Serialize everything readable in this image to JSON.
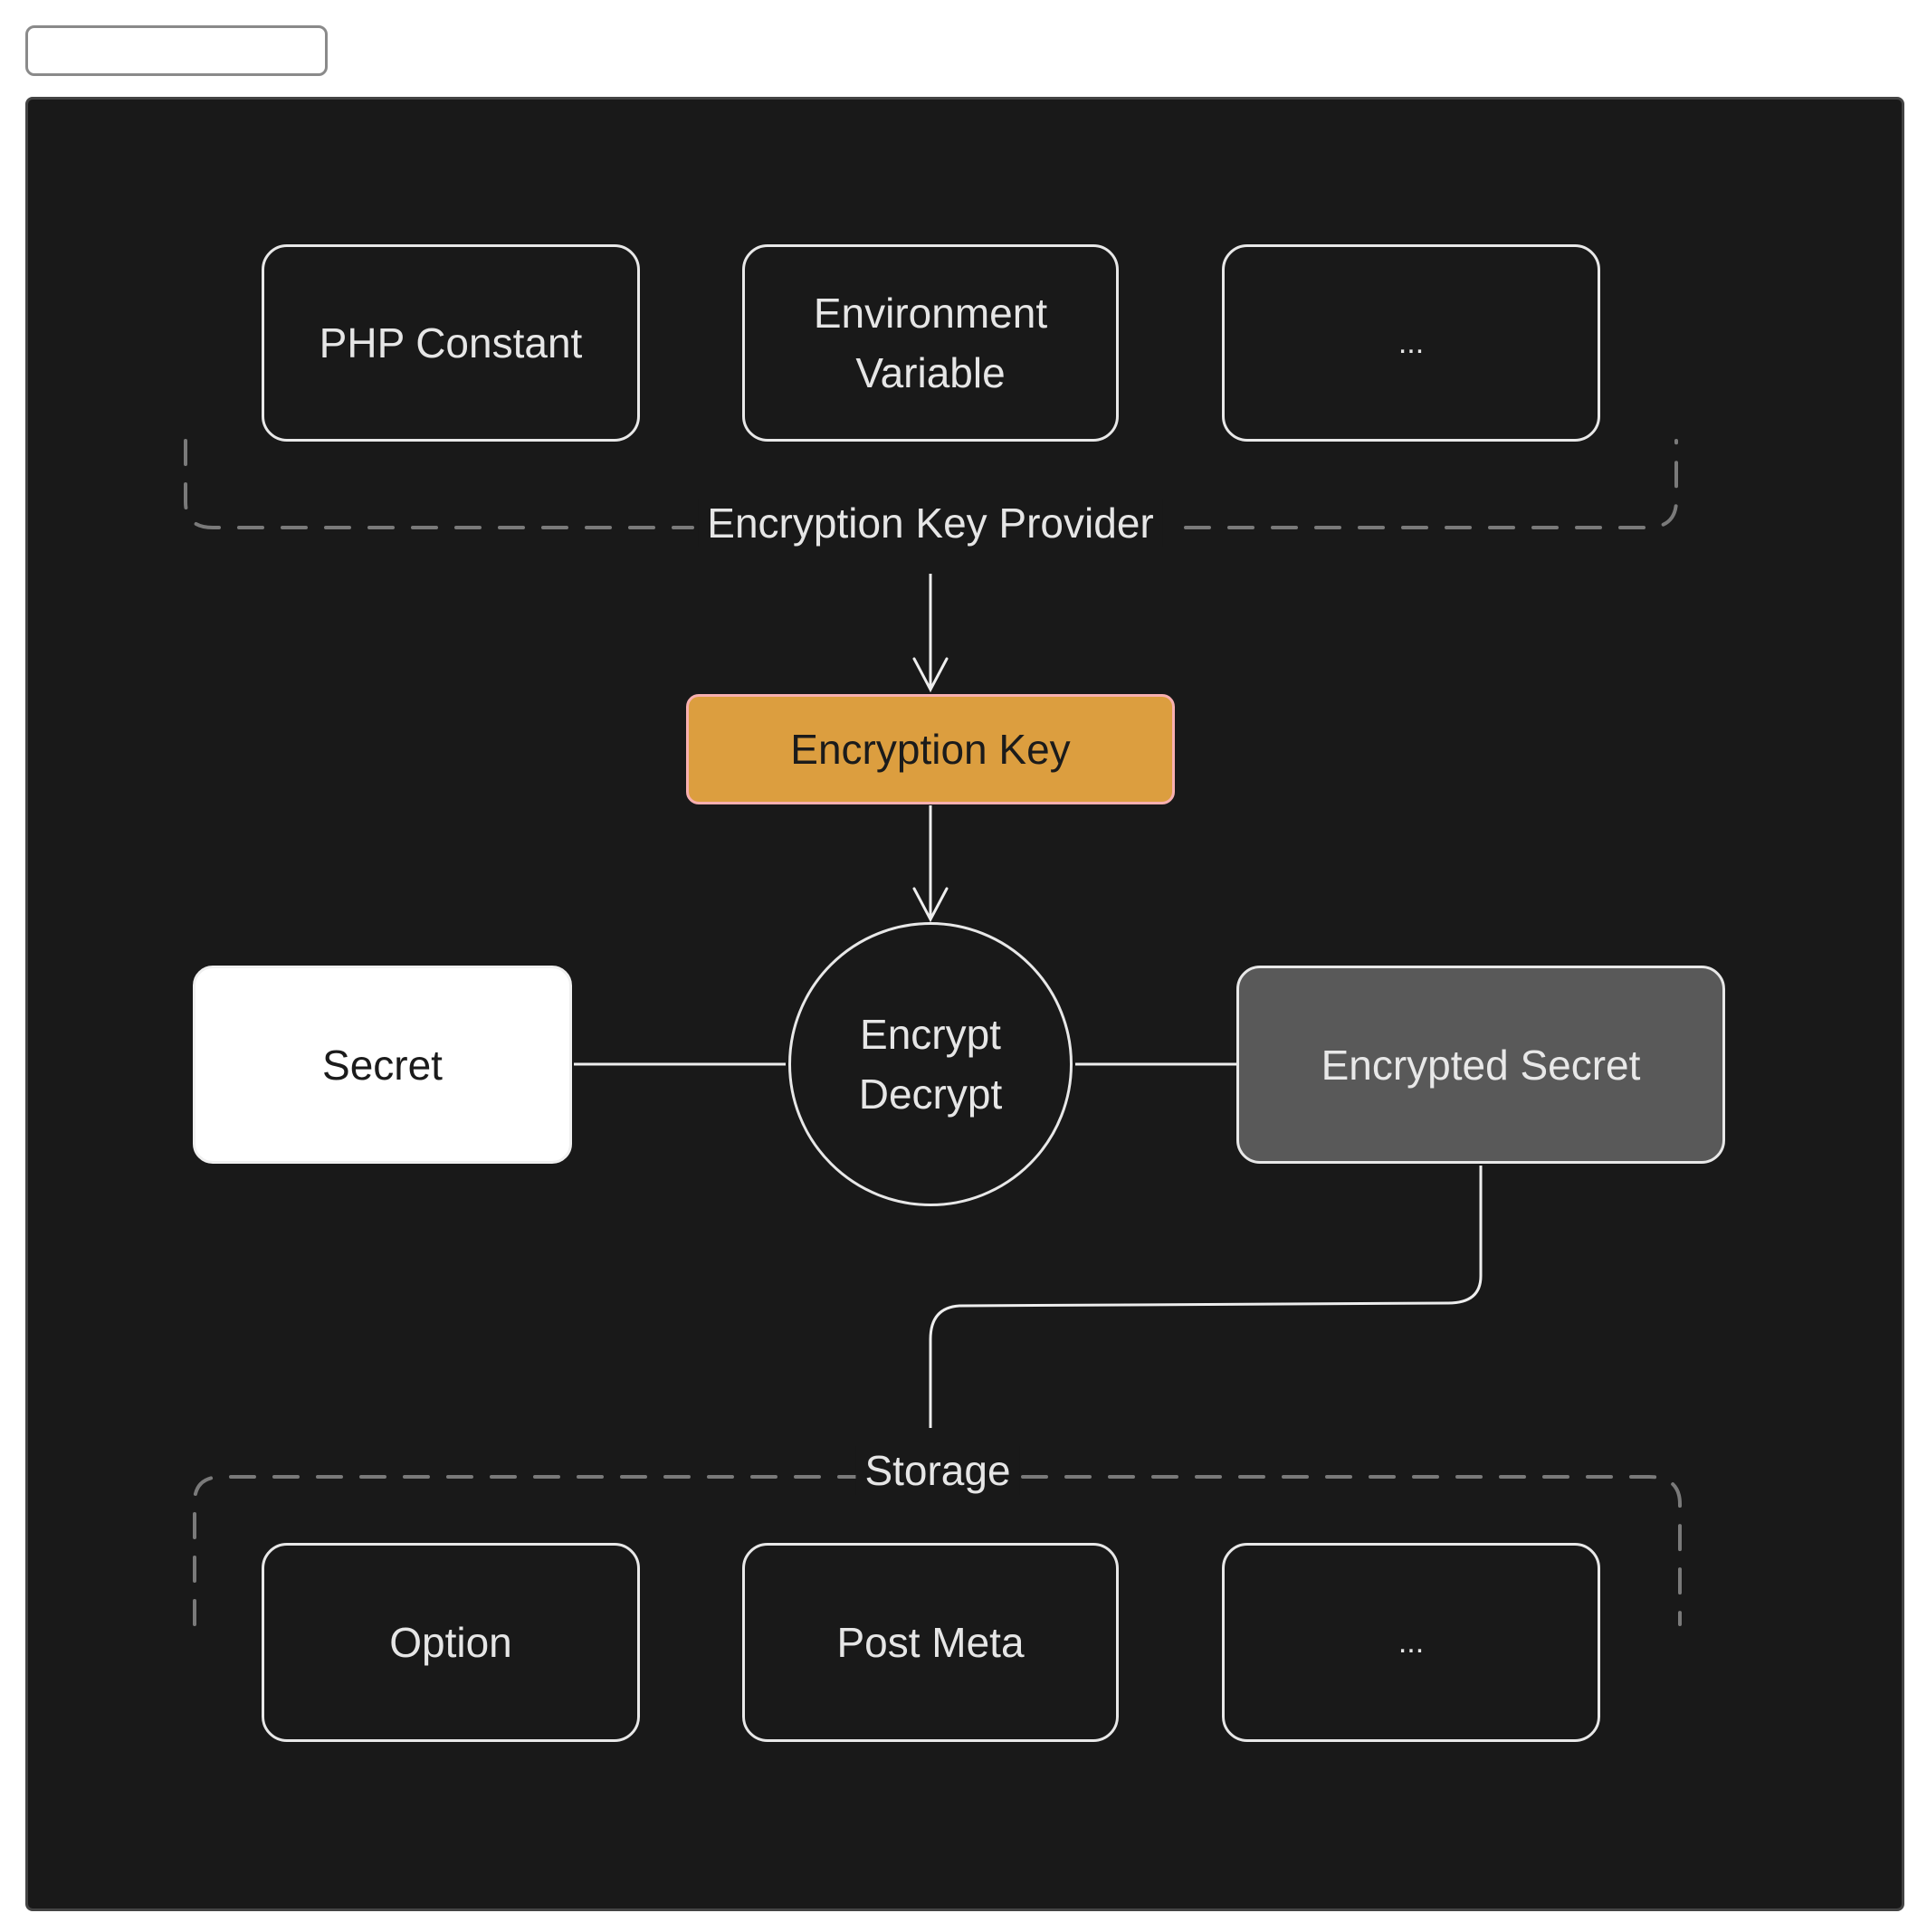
{
  "title_box": {
    "text": ""
  },
  "diagram": {
    "key_provider": {
      "label": "Encryption Key Provider",
      "items": [
        "PHP Constant",
        "Environment Variable",
        "..."
      ]
    },
    "encryption_key": {
      "label": "Encryption Key",
      "fill": "#dc9e3f",
      "stroke": "#f8b0b0"
    },
    "cipher": {
      "line1": "Encrypt",
      "line2": "Decrypt"
    },
    "secret": {
      "label": "Secret",
      "fill": "#ffffff"
    },
    "encrypted_secret": {
      "label": "Encrypted Secret",
      "fill": "#595959"
    },
    "storage": {
      "label": "Storage",
      "items": [
        "Option",
        "Post Meta",
        "..."
      ]
    },
    "colors": {
      "background": "#191919",
      "stroke": "#e8e8e8",
      "dashed": "#7a7a7a"
    }
  }
}
